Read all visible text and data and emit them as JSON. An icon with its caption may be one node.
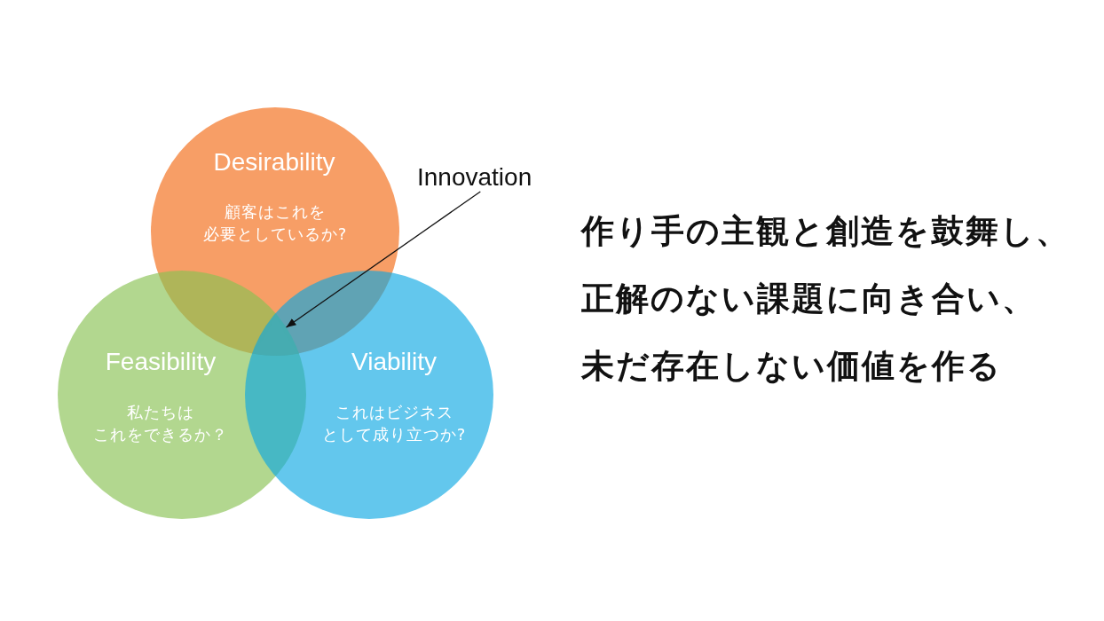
{
  "diagram": {
    "nodes": [
      {
        "text": [
          "Desirability",
          "顧客はこれを必要としているか?"
        ]
      },
      {
        "text": [
          "Feasibility",
          "私たちはこれをできるか？"
        ]
      },
      {
        "text": [
          "Viability",
          "これはビジネスとして成り立つか?"
        ]
      },
      {
        "text": [
          "Innovation"
        ]
      },
      {
        "text": [],
        "shape": "triangle"
      }
    ],
    "edges": [
      {
        "from": 3,
        "to": 4,
        "arrow": "to"
      }
    ],
    "labels": [
      "作り手の主観と創造を鼓舞し、",
      "正解のない課題に向き合い、",
      "未だ存在しない価値を作る"
    ]
  }
}
